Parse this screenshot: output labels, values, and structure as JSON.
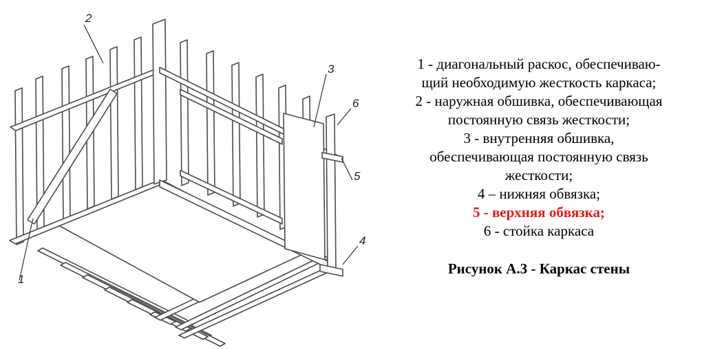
{
  "diagram": {
    "callouts": [
      "1",
      "2",
      "3",
      "4",
      "5",
      "6"
    ]
  },
  "legend": {
    "lines": [
      "1 - диагональный раскос, обеспечиваю-",
      "щий необходимую жесткость каркаса;",
      "2 - наружная обшивка, обеспечивающая",
      "постоянную связь жесткости;",
      "3 - внутренняя обшивка,",
      "обеспечивающая постоянную связь",
      "жесткости;",
      "4 – нижняя обвязка;"
    ],
    "highlight": "5 - верхняя обвязка;",
    "highlight_color": "#e8191a",
    "last_line": "6 - стойка каркаса",
    "caption": "Рисунок А.3 - Каркас стены"
  }
}
